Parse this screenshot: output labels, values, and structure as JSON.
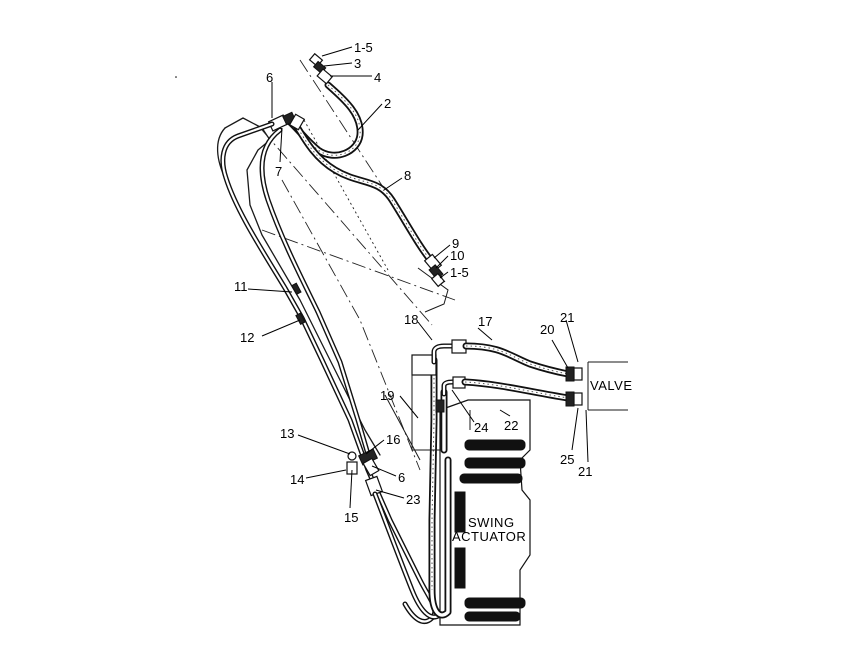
{
  "labels": {
    "l1_5_top": "1-5",
    "l3": "3",
    "l4": "4",
    "l2": "2",
    "l6_top": "6",
    "l7": "7",
    "l8": "8",
    "l9": "9",
    "l10": "10",
    "l1_5_mid": "1-5",
    "l11": "11",
    "l12": "12",
    "l18": "18",
    "l17": "17",
    "l20": "20",
    "l21_top": "21",
    "l19": "19",
    "l24": "24",
    "l22": "22",
    "l25": "25",
    "l21_bottom": "21",
    "l13": "13",
    "l16": "16",
    "l6_bottom": "6",
    "l14": "14",
    "l23": "23",
    "l15": "15"
  },
  "callouts": {
    "valve": "VALVE",
    "actuator_line1": "SWING",
    "actuator_line2": "ACTUATOR"
  }
}
